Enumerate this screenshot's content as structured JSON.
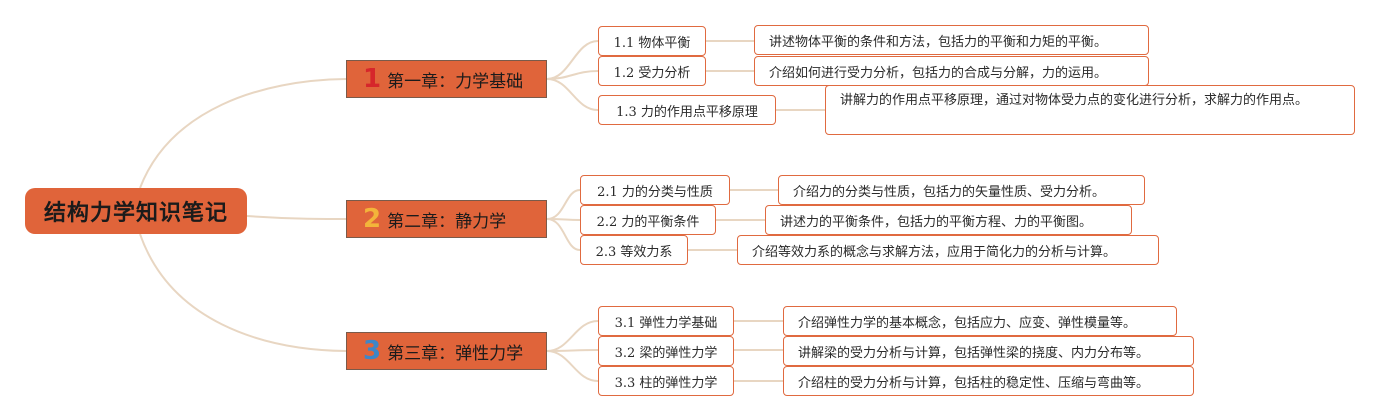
{
  "root": {
    "label": "结构力学知识笔记"
  },
  "chapters": [
    {
      "number": "1",
      "number_color": "#d6262b",
      "title": "第一章：力学基础",
      "topics": [
        {
          "label": "1.1 物体平衡",
          "desc": "讲述物体平衡的条件和方法，包括力的平衡和力矩的平衡。"
        },
        {
          "label": "1.2 受力分析",
          "desc": "介绍如何进行受力分析，包括力的合成与分解，力的运用。"
        },
        {
          "label": "1.3 力的作用点平移原理",
          "desc": "讲解力的作用点平移原理，通过对物体受力点的变化进行分析，求解力的作用点。"
        }
      ]
    },
    {
      "number": "2",
      "number_color": "#f3b43a",
      "title": "第二章：静力学",
      "topics": [
        {
          "label": "2.1 力的分类与性质",
          "desc": "介绍力的分类与性质，包括力的矢量性质、受力分析。"
        },
        {
          "label": "2.2 力的平衡条件",
          "desc": "讲述力的平衡条件，包括力的平衡方程、力的平衡图。"
        },
        {
          "label": "2.3 等效力系",
          "desc": "介绍等效力系的概念与求解方法，应用于简化力的分析与计算。"
        }
      ]
    },
    {
      "number": "3",
      "number_color": "#3e86c8",
      "title": "第三章：弹性力学",
      "topics": [
        {
          "label": "3.1 弹性力学基础",
          "desc": "介绍弹性力学的基本概念，包括应力、应变、弹性模量等。"
        },
        {
          "label": "3.2 梁的弹性力学",
          "desc": "讲解梁的受力分析与计算，包括弹性梁的挠度、内力分布等。"
        },
        {
          "label": "3.3 柱的弹性力学",
          "desc": "介绍柱的受力分析与计算，包括柱的稳定性、压缩与弯曲等。"
        }
      ]
    }
  ],
  "colors": {
    "root_fill": "#e0643a",
    "chapter_fill": "#e0643a",
    "box_border": "#e06a40",
    "link": "#e8d6c2"
  }
}
